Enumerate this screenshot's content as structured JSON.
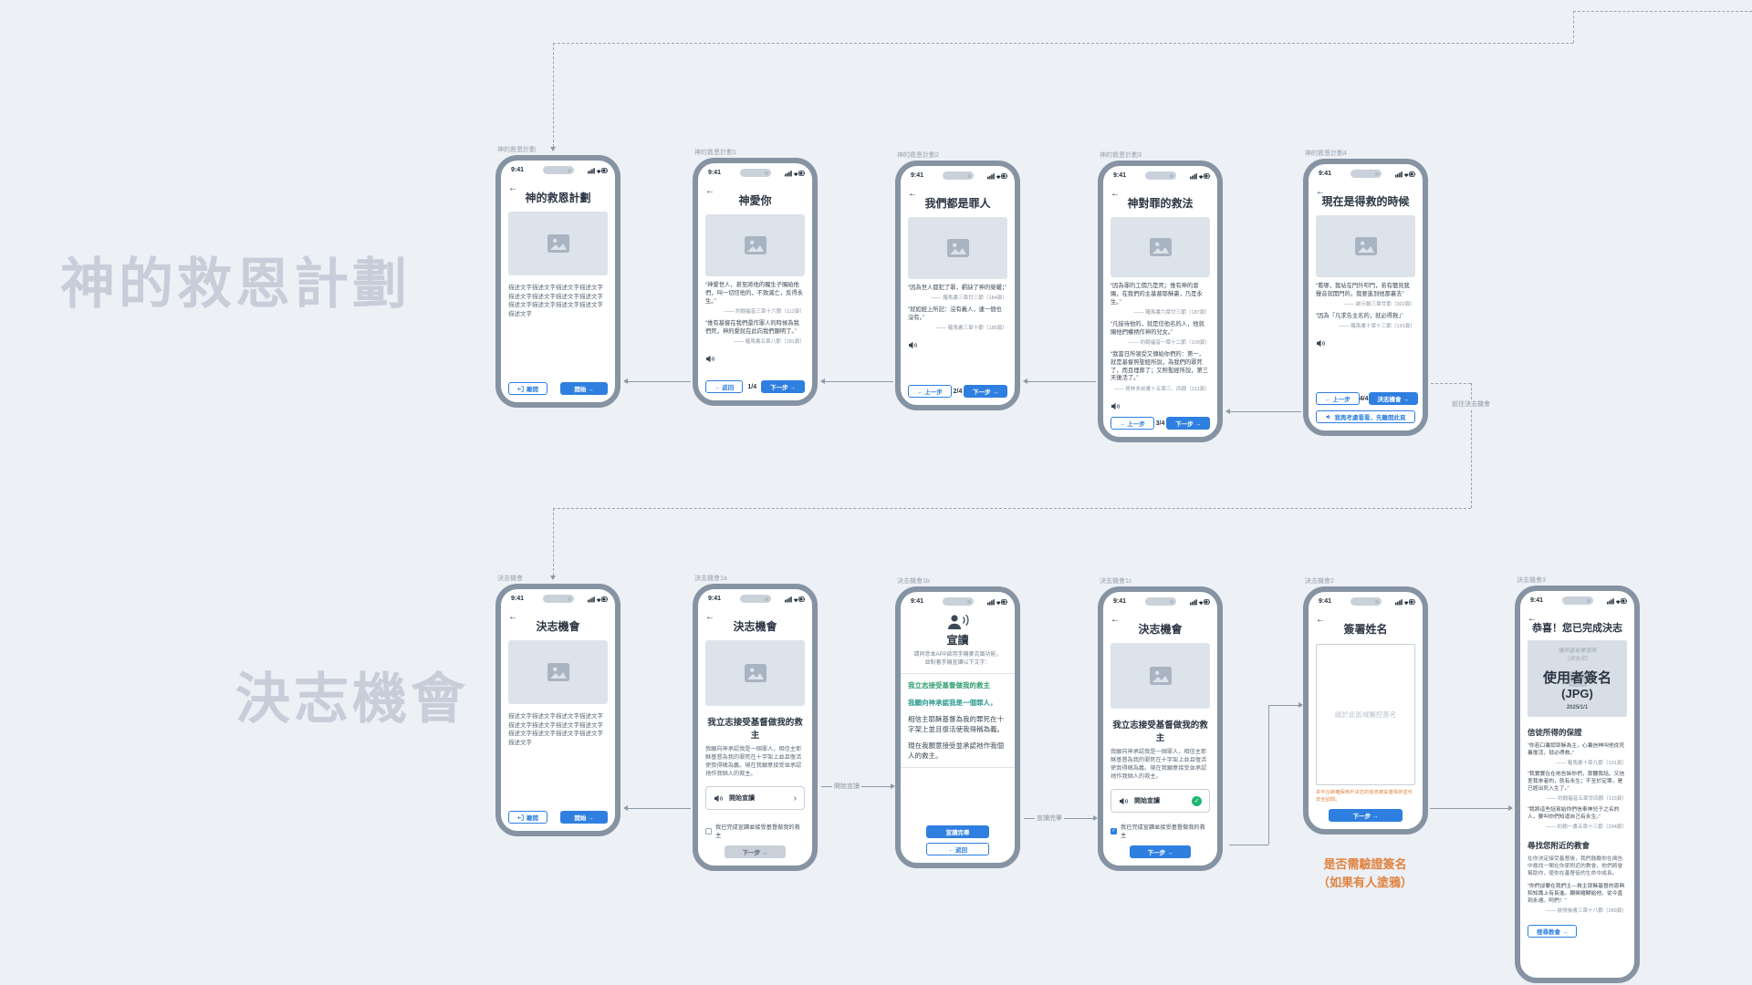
{
  "colors": {
    "background": "#edf0f5",
    "accent_blue": "#2e7fe0",
    "frame_gray": "#8593a3",
    "watermark_gray": "#c7ced9",
    "success_green": "#1fb573",
    "annotation_orange": "#e0823f",
    "script_green": "#2f9e6e",
    "script_teal": "#2f9a8f"
  },
  "watermarks": {
    "plan": "神的救恩計劃",
    "decision": "決志機會"
  },
  "status": {
    "time": "9:41"
  },
  "connector_labels": {
    "to_decision": "前往決志機會",
    "start_reading": "開始宣讀",
    "finish_reading": "宣讀完畢"
  },
  "annotation": {
    "line1": "是否需驗證簽名",
    "line2": "（如果有人塗鴉）"
  },
  "icons": {
    "back": "back-arrow-icon",
    "speaker": "speaker-icon",
    "exit": "exit-icon",
    "image_placeholder": "image-icon",
    "person_speaking": "person-speaking-icon",
    "chevron": "›",
    "check": "✓"
  },
  "phones": {
    "p1": {
      "tag": "神的救恩計劃",
      "title": "神的救恩計劃",
      "desc": "描述文字描述文字描述文字描述文字描述文字描述文字描述文字描述文字描述文字描述文字描述文字描述文字描述文字",
      "leave": "離開",
      "start": "開始 →"
    },
    "p2": {
      "tag": "神的救恩計劃1",
      "title": "神愛你",
      "q1": "“神愛世人，甚至將他的獨生子賜給他們，叫一切信他的，不致滅亡，反得永生。”",
      "q1cite": "—— 約翰福音三章十六節（112頁）",
      "q2": "“惟有基督在我們還作罪人的時候為我們死，神的愛就在此向我們顯明了。”",
      "q2cite": "—— 羅馬書五章八節（181頁）",
      "page": "1/4",
      "back": "← 返回",
      "next": "下一步 →"
    },
    "p3": {
      "tag": "神的救恩計劃2",
      "title": "我們都是罪人",
      "q1": "“因為世人都犯了罪，虧缺了神的榮耀；”",
      "q1cite": "—— 羅馬書三章廿三節（184頁）",
      "q2": "“就如經上所記：沒有義人，連一個也沒有。”",
      "q2cite": "—— 羅馬書三章十節（185頁）",
      "page": "2/4",
      "back": "← 上一步",
      "next": "下一步 →"
    },
    "p4": {
      "tag": "神的救恩計劃3",
      "title": "神對罪的救法",
      "q1": "“因為罪的工價乃是死；惟有神的恩賜，在我們的主基督耶穌裏，乃是永生。”",
      "q1cite": "—— 羅馬書六章廿三節（187頁）",
      "q2": "“凡接待他的，就是信他名的人，他就賜他們權柄作神的兒女。”",
      "q2cite": "—— 約翰福音一章十二節（109頁）",
      "q3": "“我當日所領受又傳給你們的：第一，就是基督照聖經所說，為我們的罪死了，而且埋葬了；又照聖經所說，第三天復活了。”",
      "q3cite": "—— 哥林多前書十五章三、四節（211頁）",
      "page": "3/4",
      "back": "← 上一步",
      "next": "下一步 →"
    },
    "p5": {
      "tag": "神的救恩計劃4",
      "title": "現在是得救的時候",
      "q1": "“看哪，我站在門外叩門，若有聽見我聲音就開門的，我要進到他那裏去”",
      "q1cite": "—— 啟示錄三章廿節（302頁）",
      "q2": "“因為「凡求告主名的，就必得救」”",
      "q2cite": "—— 羅馬書十章十三節（191頁）",
      "page": "4/4",
      "back": "← 上一步",
      "next": "決志機會 →",
      "reconsider": "我再考慮看看，先離開此頁"
    },
    "p6": {
      "tag": "決志機會",
      "title": "決志機會",
      "desc": "描述文字描述文字描述文字描述文字描述文字描述文字描述文字描述文字描述文字描述文字描述文字描述文字描述文字",
      "leave": "離開",
      "start": "開始 →"
    },
    "p7": {
      "tag": "決志機會1a",
      "title": "決志機會",
      "heading": "我立志接受基督做我的救主",
      "body": "我願向神承認我是一個罪人，相信主耶穌基督為我的罪死在十字架上並且復活使我得稱為義。現在我願意接受並承認祂作我個人的救主。",
      "card": "開始宣讀",
      "checkbox": "我已完成宣讀並接受基督做我的救主",
      "next": "下一步 →"
    },
    "p8": {
      "tag": "決志機會1b",
      "title": "宣讀",
      "sub": "請同意本APP啟用手機麥克風功能，並對著手機宣讀以下文字：",
      "line1": "我立志接受基督做我的救主",
      "line2": "我願向神承認我是一個罪人，",
      "line3": "相信主耶穌基督為我的罪死在十字架上並且復活使我得稱為義。",
      "line4": "現在我願意接受並承認祂作我個人的救主。",
      "done": "宣讀完畢",
      "back": "← 返回"
    },
    "p9": {
      "tag": "決志機會1c",
      "title": "決志機會",
      "heading": "我立志接受基督做我的救主",
      "body": "我願向神承認我是一個罪人，相信主耶穌基督為我的罪死在十字架上並且復活使我得稱為義。現在我願意接受並承認祂作我個人的救主。",
      "card": "開始宣讀",
      "checkbox": "我已完成宣讀並接受基督做我的救主",
      "next": "下一步 →"
    },
    "p10": {
      "tag": "決志機會2",
      "title": "簽署姓名",
      "placeholder": "請於此區域觸控簽名",
      "note": "本平台將確保用戶決志的信息被妥善保存並可安全訪問。",
      "next": "下一步 →"
    },
    "p11": {
      "tag": "決志機會3",
      "title": "恭喜！您已完成決志",
      "wm1": "僅供基甸會使用",
      "wm2": "（浮水印）",
      "sig": "使用者簽名",
      "fmt": "(JPG)",
      "date": "2025/1/1",
      "s1_title": "信徒所得的保證",
      "s1q1": "“你若口裏認耶穌為主，心裏信神叫他從死裏復活，就必得救。”",
      "s1q1cite": "—— 羅馬書十章九節（191頁）",
      "s1q2": "“我實實在在地告訴你們，那聽我話、又信差我來者的，就有永生；不至於定罪，是已經出死入生了。”",
      "s1q2cite": "—— 約翰福音五章廿四節（115頁）",
      "s1q3": "“我將這些話寫給你們信奉神兒子之名的人，要叫你們知道自己有永生。”",
      "s1q3cite": "—— 約翰一書五章十三節（294頁）",
      "s2_title": "尋找您附近的教會",
      "s2_body": "在你決定接受基督後，我們鼓勵你在禱告中尋找一間在你家附近的教會，他們將會幫助你，使你在基督徒的生命中成長。",
      "s2q": "“你們卻要在我們主—救主耶穌基督的恩典和知識上有長進。願榮耀歸給他，從今直到永遠。阿們！”",
      "s2qcite": "—— 彼得後書三章十八節（289頁）",
      "search": "搜尋教會 →"
    }
  }
}
